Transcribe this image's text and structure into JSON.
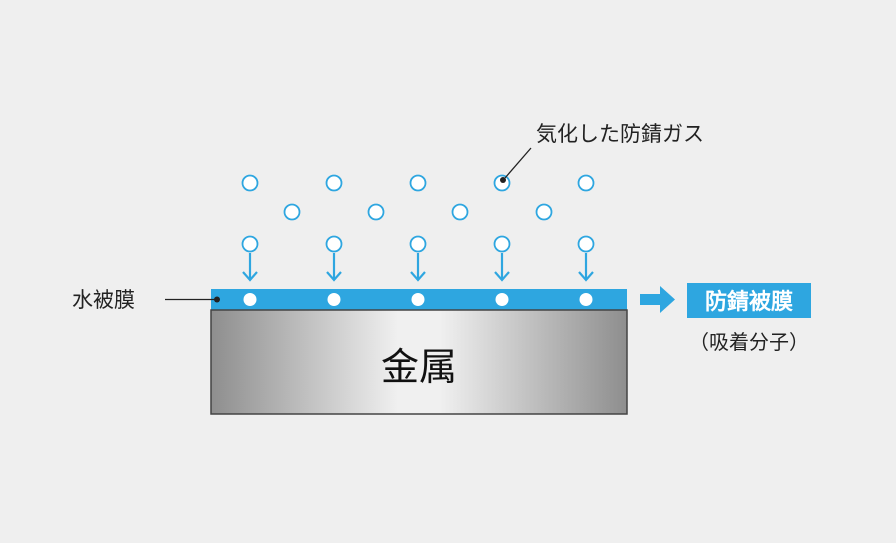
{
  "labels": {
    "gas": "気化した防錆ガス",
    "water_film": "水被膜",
    "metal": "金属",
    "result": "防錆被膜",
    "result_sub": "（吸着分子）"
  },
  "colors": {
    "background": "#efefef",
    "accent_blue": "#2ea6e0",
    "metal_light": "#f2f2f2",
    "metal_dark": "#8c8c8c",
    "outline": "#444444",
    "text": "#222222"
  }
}
